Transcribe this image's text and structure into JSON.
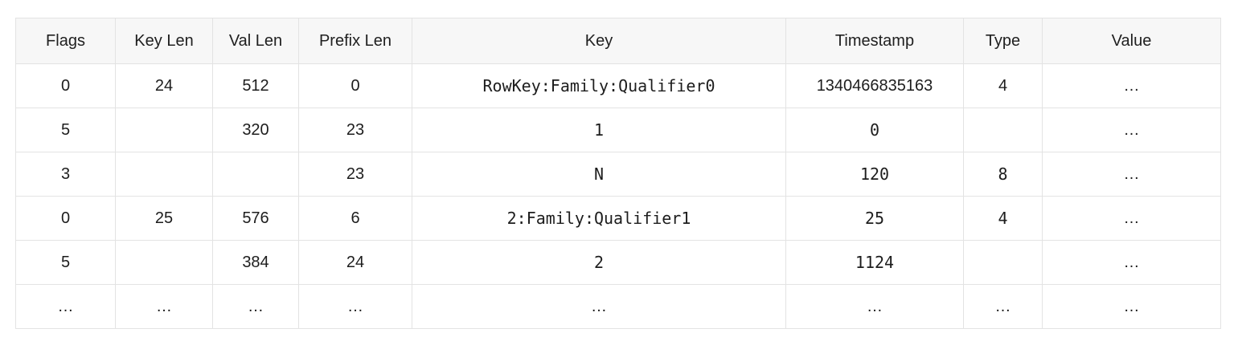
{
  "table": {
    "name": "hfile-keyvalue-layout-table",
    "columns": [
      {
        "key": "flags",
        "label": "Flags"
      },
      {
        "key": "key_len",
        "label": "Key Len"
      },
      {
        "key": "val_len",
        "label": "Val Len"
      },
      {
        "key": "prefix_len",
        "label": "Prefix Len"
      },
      {
        "key": "key",
        "label": "Key"
      },
      {
        "key": "timestamp",
        "label": "Timestamp"
      },
      {
        "key": "type",
        "label": "Type"
      },
      {
        "key": "value",
        "label": "Value"
      }
    ],
    "rows": [
      {
        "flags": "0",
        "key_len": "24",
        "val_len": "512",
        "prefix_len": "0",
        "key": "RowKey:Family:Qualifier0",
        "timestamp": "1340466835163",
        "type": "4",
        "value": "…"
      },
      {
        "flags": "5",
        "key_len": "",
        "val_len": "320",
        "prefix_len": "23",
        "key": "1",
        "timestamp": "0",
        "type": "",
        "value": "…"
      },
      {
        "flags": "3",
        "key_len": "",
        "val_len": "",
        "prefix_len": "23",
        "key": "N",
        "timestamp": "120",
        "type": "8",
        "value": "…"
      },
      {
        "flags": "0",
        "key_len": "25",
        "val_len": "576",
        "prefix_len": "6",
        "key": "2:Family:Qualifier1",
        "timestamp": "25",
        "type": "4",
        "value": "…"
      },
      {
        "flags": "5",
        "key_len": "",
        "val_len": "384",
        "prefix_len": "24",
        "key": "2",
        "timestamp": "1124",
        "type": "",
        "value": "…"
      },
      {
        "flags": "…",
        "key_len": "…",
        "val_len": "…",
        "prefix_len": "…",
        "key": "…",
        "timestamp": "…",
        "type": "…",
        "value": "…"
      }
    ]
  },
  "style": {
    "header_background": "#f7f7f7",
    "empty_cell_background": "#f5f5f5",
    "border_color": "#e3e3e3",
    "text_color": "#1d1d1d",
    "muted_text_color": "#6d6d6d"
  }
}
